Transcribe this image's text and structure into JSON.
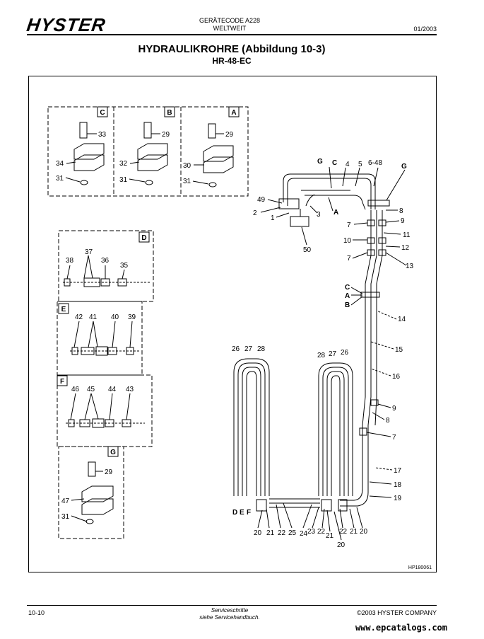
{
  "header": {
    "logo": "HYSTER",
    "code_line": "GERÄTECODE A228",
    "region": "WELTWEIT",
    "date": "01/2003"
  },
  "title": "HYDRAULIKROHRE (Abbildung 10-3)",
  "subtitle": "HR-48-EC",
  "figure": {
    "ref": "HP180061",
    "box_letters": [
      "C",
      "B",
      "A",
      "D",
      "E",
      "F",
      "G"
    ],
    "clamp_C": [
      "33",
      "34",
      "31"
    ],
    "clamp_B": [
      "29",
      "32",
      "31"
    ],
    "clamp_A": [
      "29",
      "30",
      "31"
    ],
    "fitting_D": [
      "38",
      "37",
      "36",
      "35"
    ],
    "fitting_E": [
      "42",
      "41",
      "40",
      "39"
    ],
    "fitting_F": [
      "46",
      "45",
      "44",
      "43"
    ],
    "clamp_G": [
      "29",
      "47",
      "31"
    ],
    "top_labels": [
      "G",
      "C",
      "4",
      "5",
      "6-48",
      "G",
      "49",
      "2",
      "1",
      "3",
      "A",
      "50",
      "8",
      "7",
      "9",
      "11",
      "10",
      "12",
      "7",
      "13"
    ],
    "mid_labels": [
      "C",
      "A",
      "B",
      "14",
      "15",
      "16",
      "9",
      "8",
      "7",
      "17",
      "18",
      "19"
    ],
    "hose_labels": [
      "26",
      "27",
      "28",
      "28",
      "27",
      "26"
    ],
    "bottom_labels": [
      "D",
      "E",
      "F",
      "20",
      "21",
      "22",
      "25",
      "24",
      "23",
      "22",
      "21",
      "22",
      "21",
      "20",
      "20"
    ]
  },
  "footer": {
    "page": "10-10",
    "service_line1": "Serviceschritte",
    "service_line2": "siehe Servicehandbuch.",
    "copyright": "©2003 HYSTER COMPANY",
    "watermark": "www.epcatalogs.com"
  }
}
